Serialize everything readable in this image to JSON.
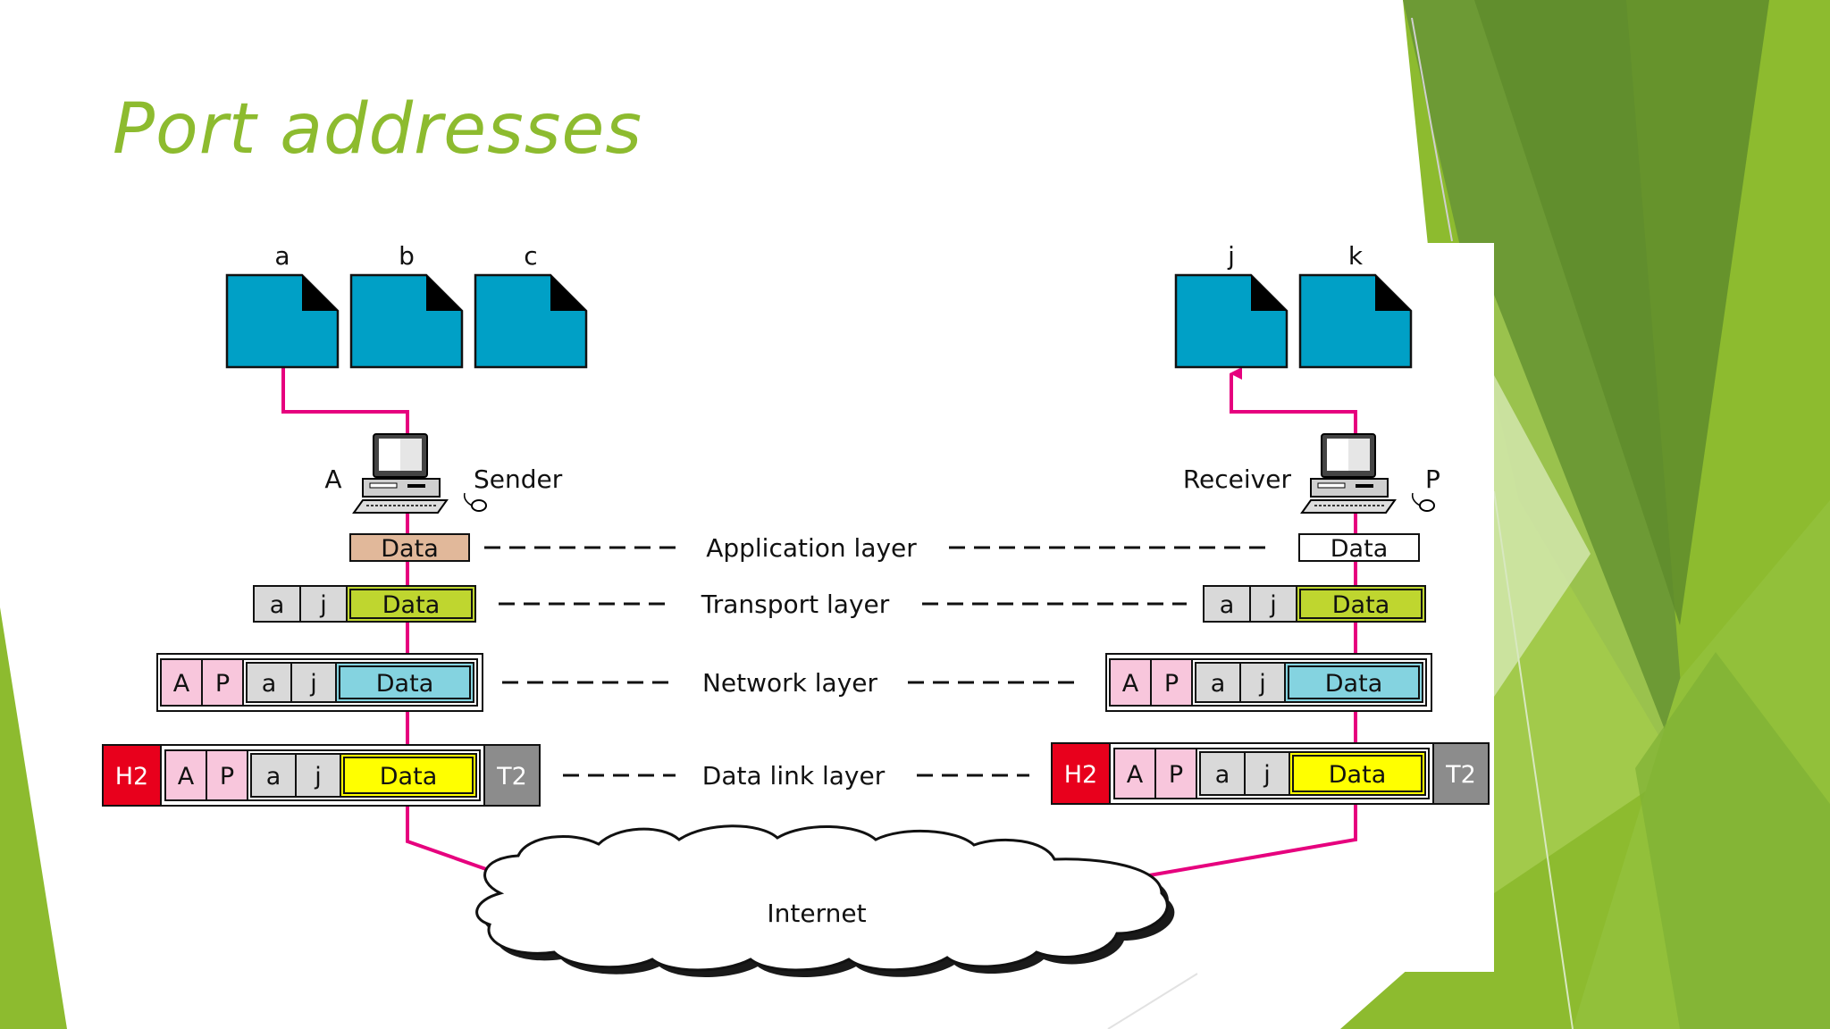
{
  "slide": {
    "title": "Port addresses",
    "accent_color": "#8dbb2f"
  },
  "diagram": {
    "colors": {
      "file": "#00a0c6",
      "link": "#e6007e",
      "app_data_sender": "#e1b89a",
      "transport_data": "#bfd62f",
      "network_data": "#84d3e0",
      "datalink_data": "#ffff00",
      "port_cell": "#d9d9d9",
      "ip_cell": "#f8c6dc",
      "header_h2": "#e8001c",
      "trailer_t2": "#8c8c8c"
    },
    "sender": {
      "files": [
        "a",
        "b",
        "c"
      ],
      "host_name": "A",
      "role": "Sender"
    },
    "receiver": {
      "files": [
        "j",
        "k"
      ],
      "host_name": "P",
      "role": "Receiver"
    },
    "layers": {
      "application": "Application layer",
      "transport": "Transport layer",
      "network": "Network layer",
      "datalink": "Data link layer"
    },
    "packet": {
      "data": "Data",
      "src_port": "a",
      "dst_port": "j",
      "src_ip": "A",
      "dst_ip": "P",
      "header": "H2",
      "trailer": "T2"
    },
    "network_name": "Internet"
  }
}
